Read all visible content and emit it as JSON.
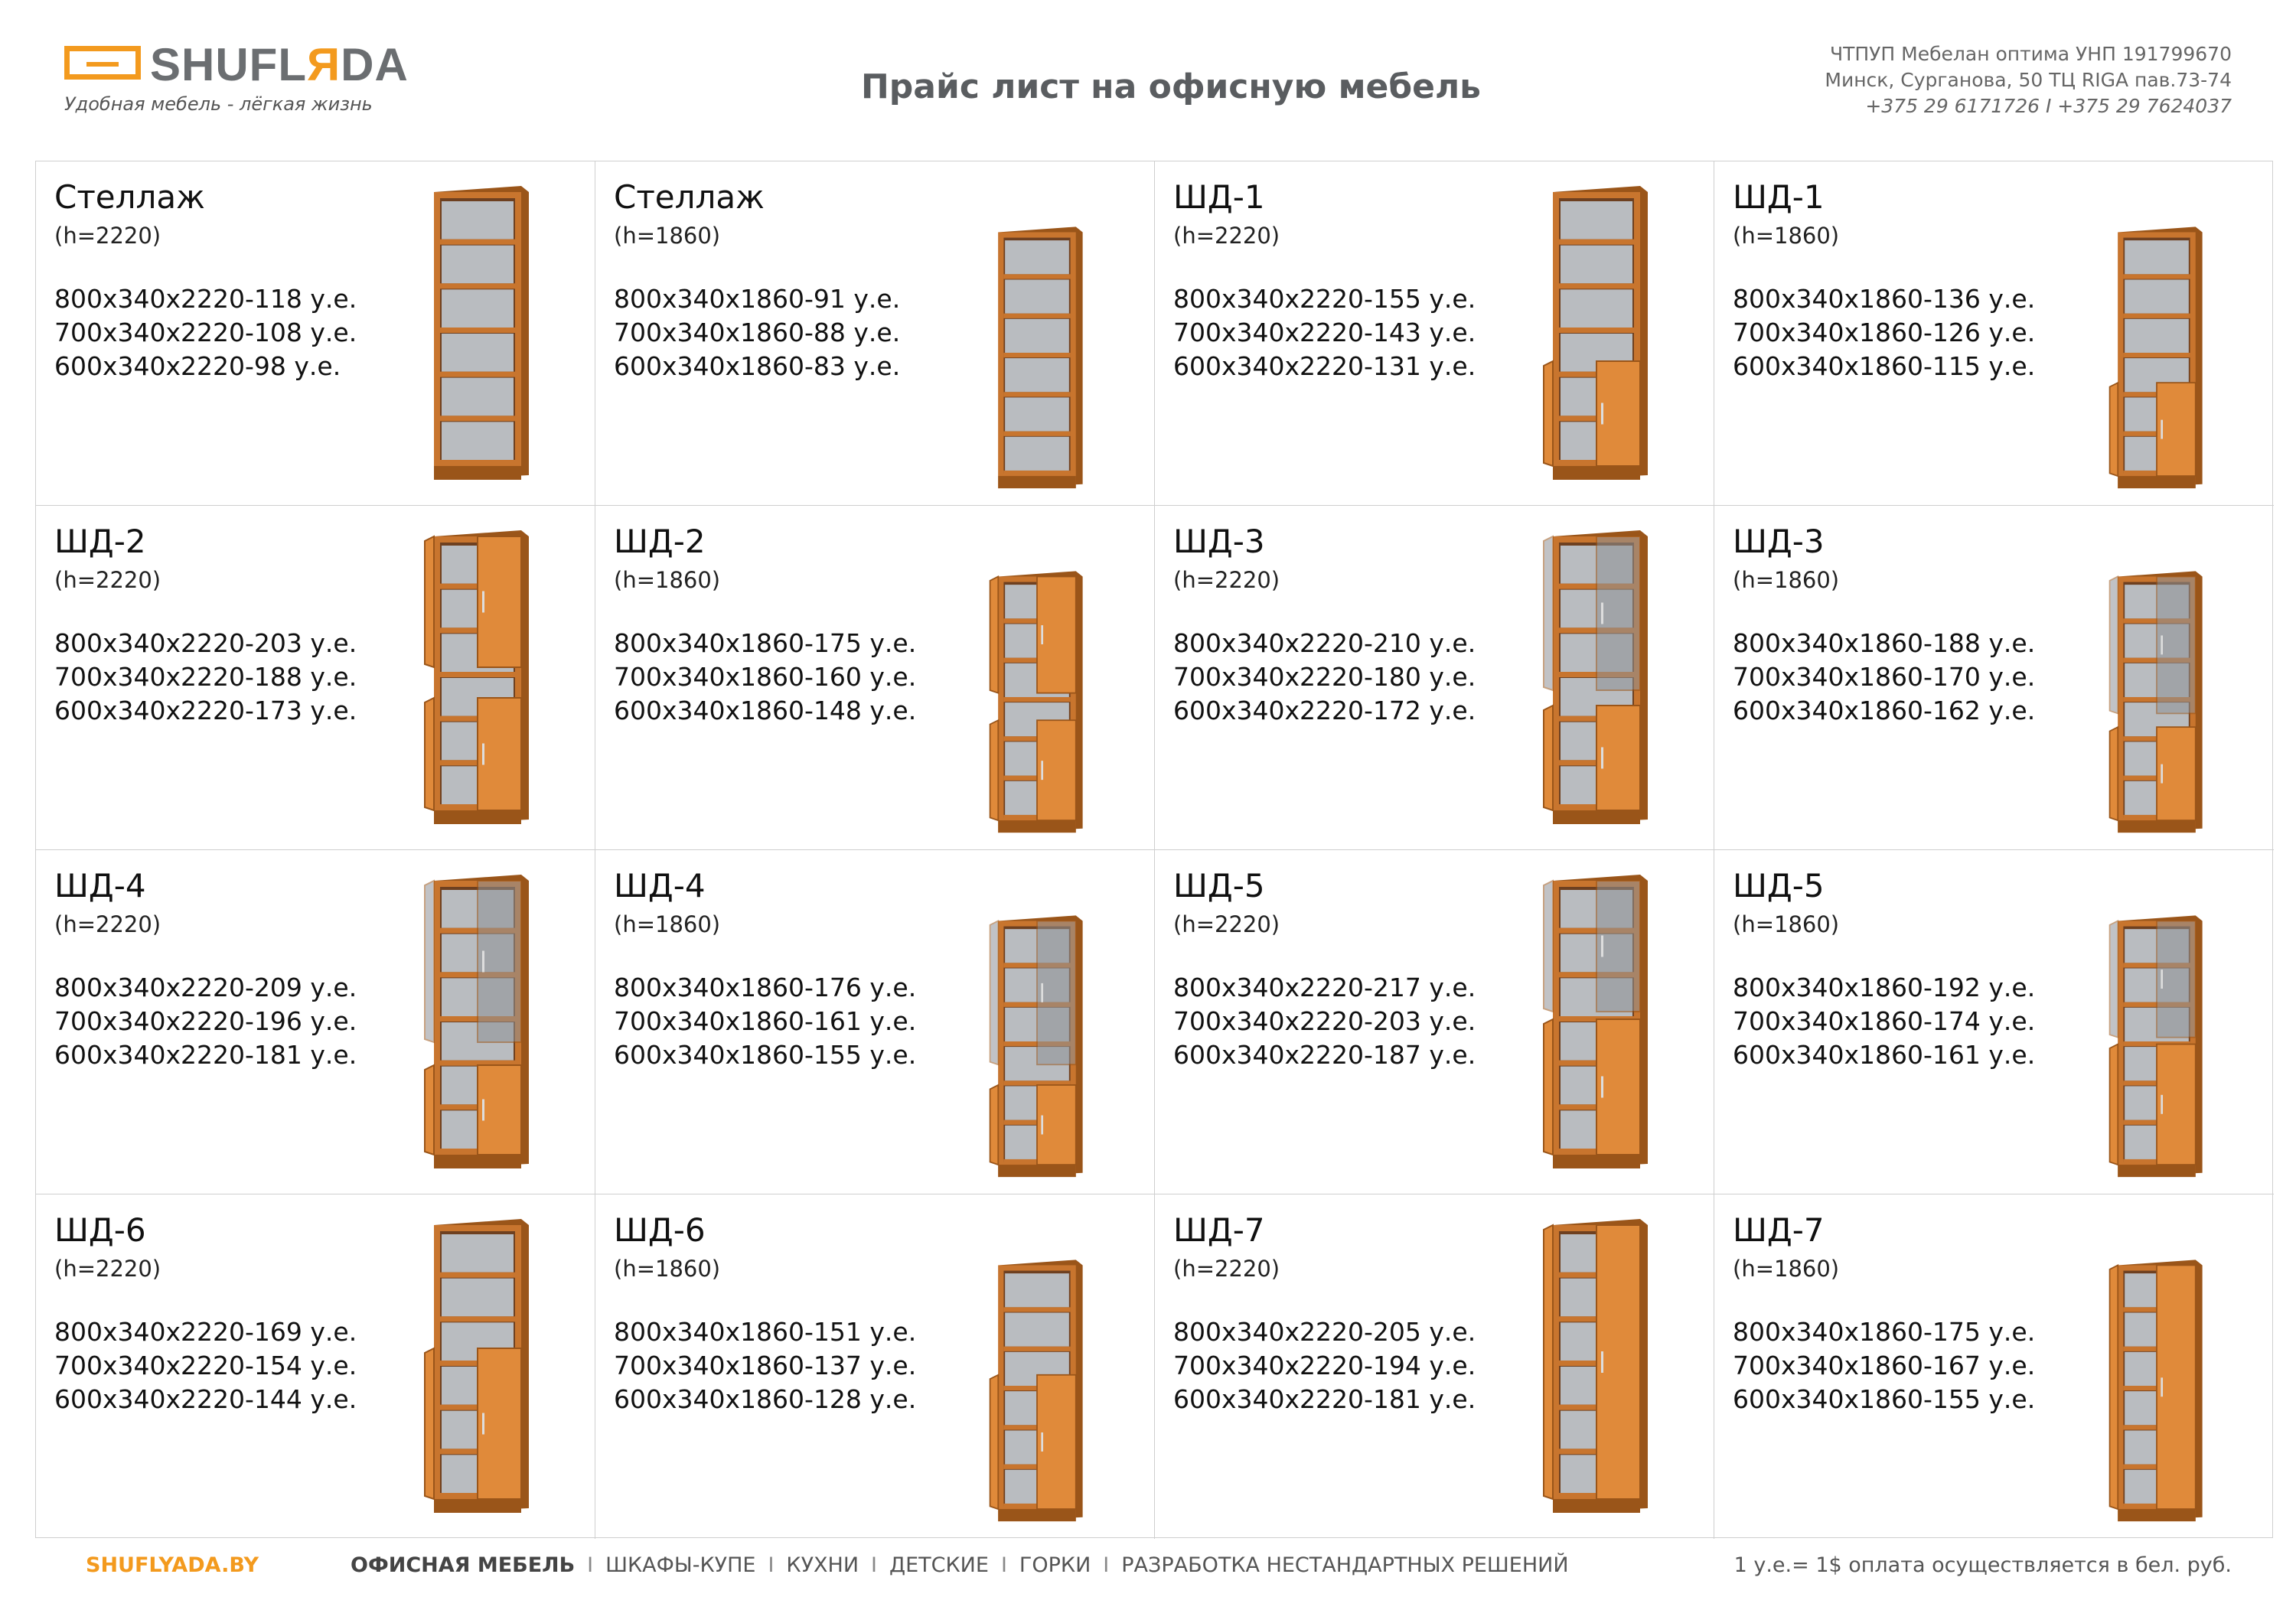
{
  "header": {
    "logo_text_main": "SHUFL",
    "logo_text_accent": "Я",
    "logo_text_end": "DA",
    "tagline": "Удобная мебель - лёгкая жизнь",
    "title": "Прайс лист на офисную мебель",
    "company_line1": "ЧТПУП Мебелан оптима УНП 191799670",
    "company_line2": "Минск, Сурганова, 50 ТЦ RIGA пав.73-74",
    "company_line3": "+375 29 6171726 I +375 29 7624037"
  },
  "products": [
    {
      "name": "Стеллаж",
      "height": "(h=2220)",
      "prices": [
        "800x340x2220-118 у.е.",
        "700x340x2220-108 у.е.",
        "600x340x2220-98 у.е."
      ]
    },
    {
      "name": "Стеллаж",
      "height": "(h=1860)",
      "prices": [
        "800x340x1860-91 у.е.",
        "700x340x1860-88 у.е.",
        "600x340x1860-83 у.е."
      ]
    },
    {
      "name": "ШД-1",
      "height": "(h=2220)",
      "prices": [
        "800x340x2220-155 у.е.",
        "700x340x2220-143 у.е.",
        "600x340x2220-131 у.е."
      ]
    },
    {
      "name": "ШД-1",
      "height": "(h=1860)",
      "prices": [
        "800x340x1860-136 у.е.",
        "700x340x1860-126 у.е.",
        "600x340x1860-115 у.е."
      ]
    },
    {
      "name": "ШД-2",
      "height": "(h=2220)",
      "prices": [
        "800x340x2220-203 у.е.",
        "700x340x2220-188 у.е.",
        "600x340x2220-173 у.е."
      ]
    },
    {
      "name": "ШД-2",
      "height": "(h=1860)",
      "prices": [
        "800x340x1860-175 у.е.",
        "700x340x1860-160 у.е.",
        "600x340x1860-148 у.е."
      ]
    },
    {
      "name": "ШД-3",
      "height": "(h=2220)",
      "prices": [
        "800x340x2220-210 у.е.",
        "700x340x2220-180 у.е.",
        "600x340x2220-172 у.е."
      ]
    },
    {
      "name": "ШД-3",
      "height": "(h=1860)",
      "prices": [
        "800x340x1860-188 у.е.",
        "700x340x1860-170 у.е.",
        "600x340x1860-162 у.е."
      ]
    },
    {
      "name": "ШД-4",
      "height": "(h=2220)",
      "prices": [
        "800x340x2220-209 у.е.",
        "700x340x2220-196 у.е.",
        "600x340x2220-181 у.е."
      ]
    },
    {
      "name": "ШД-4",
      "height": "(h=1860)",
      "prices": [
        "800x340x1860-176 у.е.",
        "700x340x1860-161 у.е.",
        "600x340x1860-155 у.е."
      ]
    },
    {
      "name": "ШД-5",
      "height": "(h=2220)",
      "prices": [
        "800x340x2220-217 у.е.",
        "700x340x2220-203 у.е.",
        "600x340x2220-187 у.е."
      ]
    },
    {
      "name": "ШД-5",
      "height": "(h=1860)",
      "prices": [
        "800x340x1860-192 у.е.",
        "700x340x1860-174 у.е.",
        "600x340x1860-161 у.е."
      ]
    },
    {
      "name": "ШД-6",
      "height": "(h=2220)",
      "prices": [
        "800x340x2220-169 у.е.",
        "700x340x2220-154 у.е.",
        "600x340x2220-144 у.е."
      ]
    },
    {
      "name": "ШД-6",
      "height": "(h=1860)",
      "prices": [
        "800x340x1860-151 у.е.",
        "700x340x1860-137 у.е.",
        "600x340x1860-128 у.е."
      ]
    },
    {
      "name": "ШД-7",
      "height": "(h=2220)",
      "prices": [
        "800x340x2220-205 у.е.",
        "700x340x2220-194 у.е.",
        "600x340x2220-181 у.е."
      ]
    },
    {
      "name": "ШД-7",
      "height": "(h=1860)",
      "prices": [
        "800x340x1860-175 у.е.",
        "700x340x1860-167 у.е.",
        "600x340x1860-155 у.е."
      ]
    }
  ],
  "footer": {
    "site": "SHUFLYADA.BY",
    "menu": [
      "ОФИСНАЯ МЕБЕЛЬ",
      "ШКАФЫ-КУПЕ",
      "КУХНИ",
      "ДЕТСКИЕ",
      "ГОРКИ",
      "РАЗРАБОТКА НЕСТАНДАРТНЫХ РЕШЕНИЙ"
    ],
    "separator": "I",
    "payment": "1 у.е.= 1$ оплата осуществляется в бел. руб."
  },
  "colors": {
    "accent": "#f39a1e",
    "wood": "#c8752e",
    "wood_dark": "#9a5519",
    "glass": "#8f9296"
  }
}
